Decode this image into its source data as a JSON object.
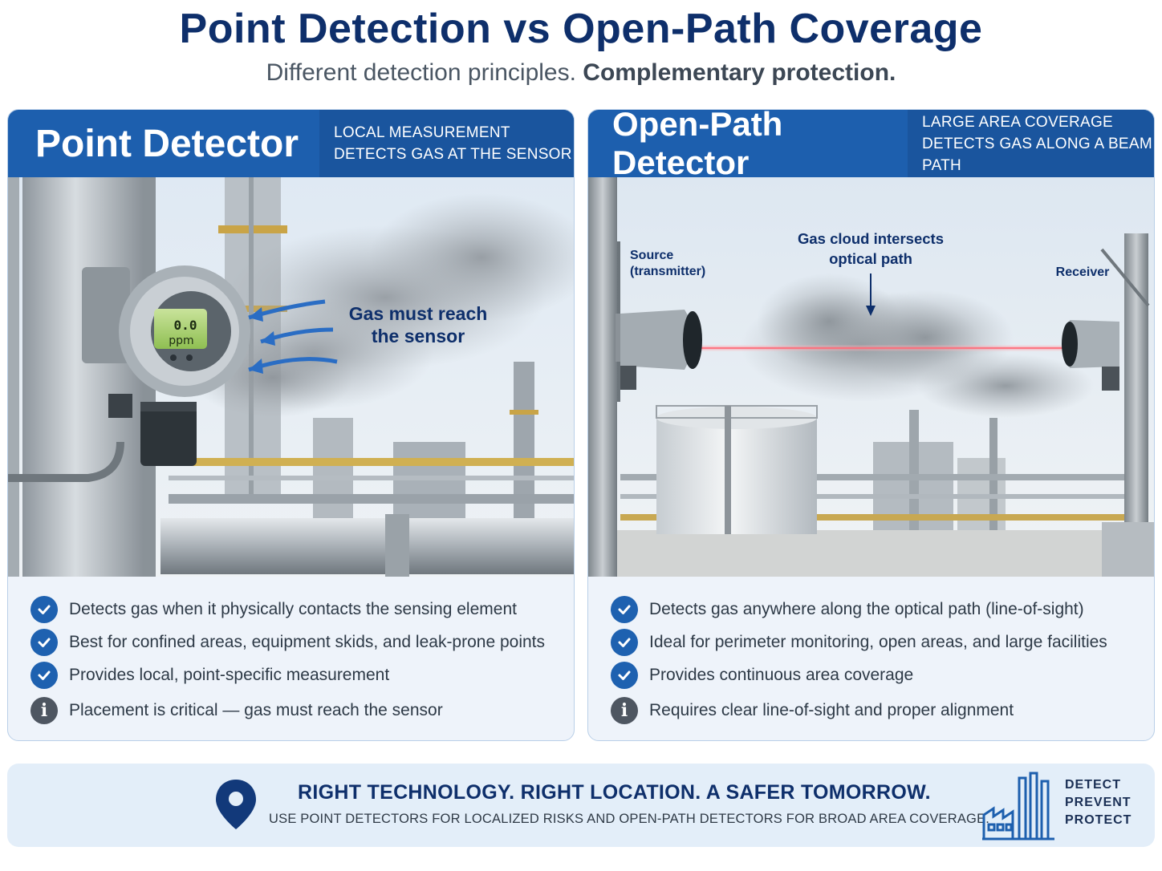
{
  "header": {
    "title": "Point Detection vs Open-Path Coverage",
    "subtitle_a": "Different detection principles.",
    "subtitle_b": "Complementary protection."
  },
  "point": {
    "title": "Point Detector",
    "sub1": "LOCAL MEASUREMENT",
    "sub2": "DETECTS GAS AT THE SENSOR",
    "display_value": "0.0",
    "display_unit": "ppm",
    "callout_1": "Gas must reach",
    "callout_2": "the sensor",
    "features": [
      "Detects gas when it physically contacts the sensing element",
      "Best for confined areas, equipment skids, and leak-prone points",
      "Provides local, point-specific measurement",
      "Placement is critical — gas must reach the sensor"
    ]
  },
  "openpath": {
    "title": "Open-Path Detector",
    "sub1": "LARGE AREA COVERAGE",
    "sub2": "DETECTS GAS ALONG A BEAM PATH",
    "source_1": "Source",
    "source_2": "(transmitter)",
    "cloud_1": "Gas cloud intersects",
    "cloud_2": "optical path",
    "receiver": "Receiver",
    "features": [
      "Detects gas anywhere along the optical path (line-of-sight)",
      "Ideal for perimeter monitoring, open areas, and large facilities",
      "Provides continuous area coverage",
      "Requires clear line-of-sight and proper alignment"
    ]
  },
  "banner": {
    "headline": "RIGHT TECHNOLOGY. RIGHT LOCATION. A SAFER TOMORROW.",
    "subline": "USE POINT DETECTORS FOR LOCALIZED RISKS AND OPEN-PATH DETECTORS FOR BROAD AREA COVERAGE.",
    "motto": [
      "DETECT",
      "PREVENT",
      "PROTECT"
    ]
  },
  "icons": {
    "feature_check": "check-circle-icon",
    "feature_info": "info-circle-icon",
    "banner_pin": "location-pin-icon",
    "banner_factory": "factory-icon"
  },
  "colors": {
    "navy": "#0e2f6b",
    "header_blue": "#1d5fae",
    "check_blue": "#1e61b0",
    "laser_red": "#ff4a5a",
    "banner_bg": "#e3eef9"
  }
}
